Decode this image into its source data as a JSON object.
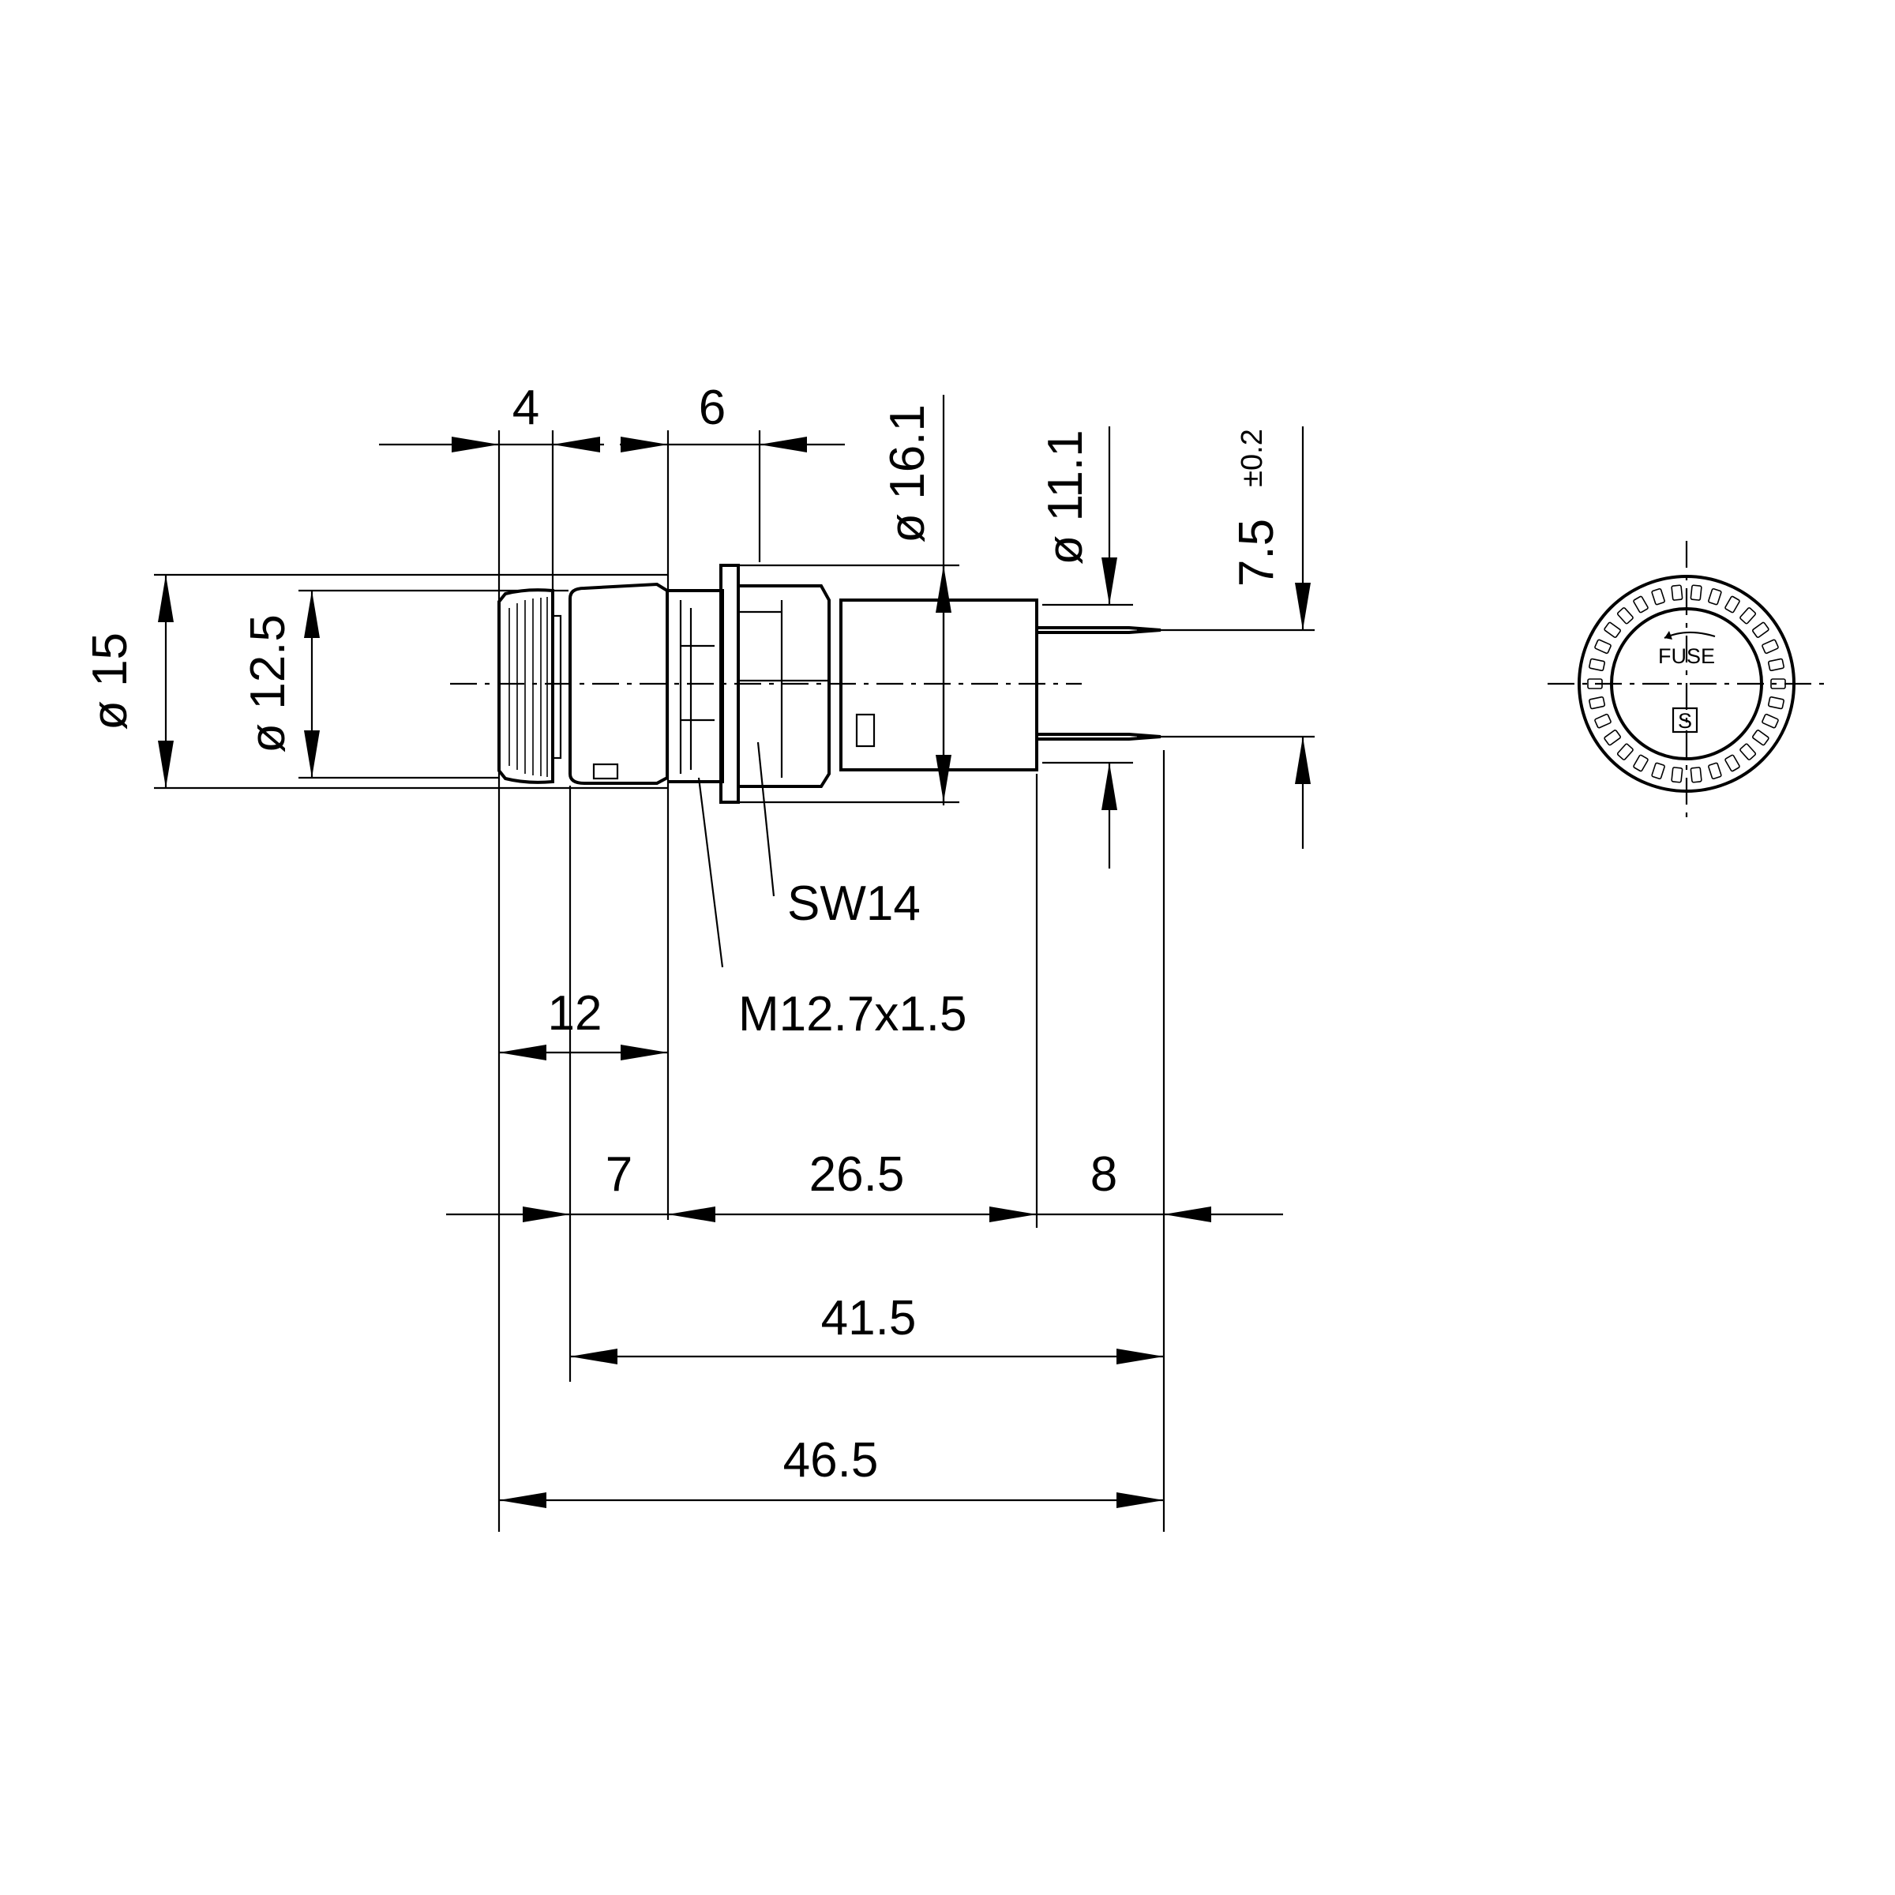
{
  "dimensions": {
    "dim_4": "4",
    "dim_6": "6",
    "dia_16_1": "ø 16.1",
    "dia_11_1": "ø 11.1",
    "pin_pitch": "7.5",
    "pin_tolerance": "±0.2",
    "dia_15": "ø 15",
    "dia_12_5": "ø 12.5",
    "dim_12": "12",
    "dim_7": "7",
    "dim_26_5": "26.5",
    "dim_8": "8",
    "dim_41_5": "41.5",
    "dim_46_5": "46.5"
  },
  "callouts": {
    "wrench_size": "SW14",
    "thread": "M12.7x1.5"
  },
  "front_view": {
    "cap_marking": "FUSE",
    "cert_symbol": "S"
  }
}
